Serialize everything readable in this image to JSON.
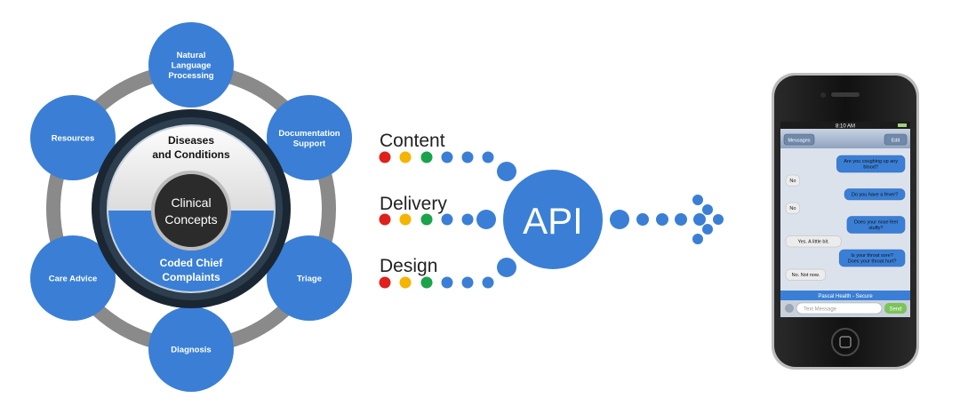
{
  "diagram": {
    "outer_nodes": [
      {
        "id": "nlp",
        "lines": [
          "Natural",
          "Language",
          "Processing"
        ]
      },
      {
        "id": "documentation",
        "lines": [
          "Documentation",
          "Support"
        ]
      },
      {
        "id": "triage",
        "lines": [
          "Triage"
        ]
      },
      {
        "id": "diagnosis",
        "lines": [
          "Diagnosis"
        ]
      },
      {
        "id": "care-advice",
        "lines": [
          "Care Advice"
        ]
      },
      {
        "id": "resources",
        "lines": [
          "Resources"
        ]
      }
    ],
    "hub": {
      "top_line1": "Diseases",
      "top_line2": "and Conditions",
      "center_line1": "Clinical",
      "center_line2": "Concepts",
      "bottom_line1": "Coded Chief",
      "bottom_line2": "Complaints"
    },
    "streams": [
      "Content",
      "Delivery",
      "Design"
    ],
    "api_label": "API",
    "dot_colors": [
      "#e0201b",
      "#f5b400",
      "#1aa34a",
      "#3a7fd5"
    ],
    "accent": "#3a7fd5"
  },
  "phone": {
    "status_time": "8:10 AM",
    "messages_button": "Messages",
    "edit_button": "Edit",
    "chat": [
      {
        "side": "right",
        "lines": [
          "Are you coughing up any",
          "blood?"
        ]
      },
      {
        "side": "left",
        "lines": [
          "No"
        ]
      },
      {
        "side": "right",
        "lines": [
          "Do you have a fever?"
        ]
      },
      {
        "side": "left",
        "lines": [
          "No"
        ]
      },
      {
        "side": "right",
        "lines": [
          "Does your nose feel",
          "stuffy?"
        ]
      },
      {
        "side": "left",
        "lines": [
          "Yes. A little bit."
        ]
      },
      {
        "side": "right",
        "lines": [
          "Is your throat sore?",
          "Does your throat hurt?"
        ]
      },
      {
        "side": "left",
        "lines": [
          "No. Not now."
        ]
      }
    ],
    "footer_banner": "Pascal Health - Secure",
    "input_placeholder": "Text Message",
    "send_button": "Send"
  }
}
